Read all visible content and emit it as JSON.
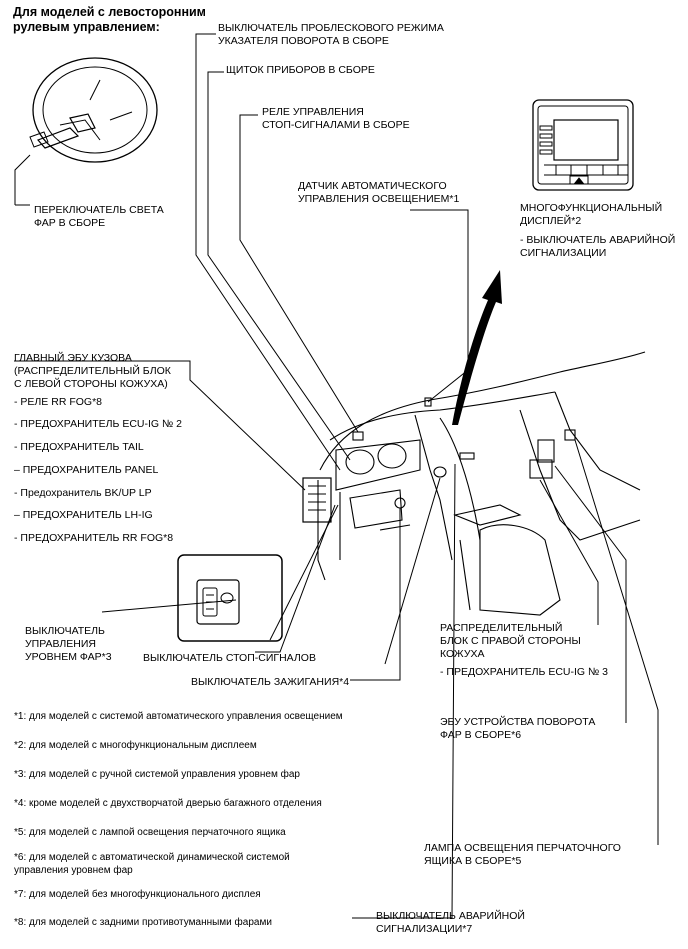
{
  "header": "Для моделей с левосторонним\nрулевым управлением:",
  "labels": {
    "flasher": "ВЫКЛЮЧАТЕЛЬ ПРОБЛЕСКОВОГО РЕЖИМА\nУКАЗАТЕЛЯ ПОВОРОТА В СБОРЕ",
    "cluster": "ЩИТОК ПРИБОРОВ В СБОРЕ",
    "stop_relay": "РЕЛЕ УПРАВЛЕНИЯ\nСТОП-СИГНАЛАМИ В СБОРЕ",
    "auto_light_sensor": "ДАТЧИК АВТОМАТИЧЕСКОГО\nУПРАВЛЕНИЯ ОСВЕЩЕНИЕМ*1",
    "multi_display": "МНОГОФУНКЦИОНАЛЬНЫЙ\nДИСПЛЕЙ*2",
    "multi_display_sub": "- ВЫКЛЮЧАТЕЛЬ АВАРИЙНОЙ\nСИГНАЛИЗАЦИИ",
    "headlight_switch": "ПЕРЕКЛЮЧАТЕЛЬ СВЕТА\nФАР В СБОРЕ",
    "main_body_ecu": "ГЛАВНЫЙ ЭБУ КУЗОВА\n(РАСПРЕДЕЛИТЕЛЬНЫЙ БЛОК\nС ЛЕВОЙ СТОРОНЫ КОЖУХА)",
    "ecu_items": [
      "- РЕЛЕ RR FOG*8",
      "- ПРЕДОХРАНИТЕЛЬ ECU-IG № 2",
      "- ПРЕДОХРАНИТЕЛЬ TAIL",
      "– ПРЕДОХРАНИТЕЛЬ PANEL",
      "- Предохранитель BK/UP LP",
      "– ПРЕДОХРАНИТЕЛЬ LH-IG",
      "- ПРЕДОХРАНИТЕЛЬ RR FOG*8"
    ],
    "leveling_switch": "ВЫКЛЮЧАТЕЛЬ\nУПРАВЛЕНИЯ\nУРОВНЕМ ФАР*3",
    "stop_lamp_switch": "ВЫКЛЮЧАТЕЛЬ СТОП-СИГНАЛОВ",
    "ignition_switch": "ВЫКЛЮЧАТЕЛЬ ЗАЖИГАНИЯ*4",
    "rh_junction": "РАСПРЕДЕЛИТЕЛЬНЫЙ\nБЛОК С ПРАВОЙ СТОРОНЫ\nКОЖУХА",
    "rh_junction_sub": "- ПРЕДОХРАНИТЕЛЬ ECU-IG № 3",
    "swivel_ecu": "ЭБУ УСТРОЙСТВА ПОВОРОТА\nФАР В СБОРЕ*6",
    "glovebox_lamp": "ЛАМПА ОСВЕЩЕНИЯ ПЕРЧАТОЧНОГО\nЯЩИКА В СБОРЕ*5",
    "hazard_switch": "ВЫКЛЮЧАТЕЛЬ АВАРИЙНОЙ\nСИГНАЛИЗАЦИИ*7"
  },
  "notes": [
    "*1: для моделей с системой автоматического управления освещением",
    "*2: для моделей с многофункциональным дисплеем",
    "*3: для моделей с ручной системой управления уровнем фар",
    "*4: кроме моделей с двухстворчатой дверью багажного отделения",
    "*5: для моделей с лампой освещения перчаточного ящика",
    "*6: для моделей с автоматической динамической системой\nуправления уровнем фар",
    "*7: для моделей без многофункционального дисплея",
    "*8: для моделей с задними противотуманными фарами"
  ]
}
